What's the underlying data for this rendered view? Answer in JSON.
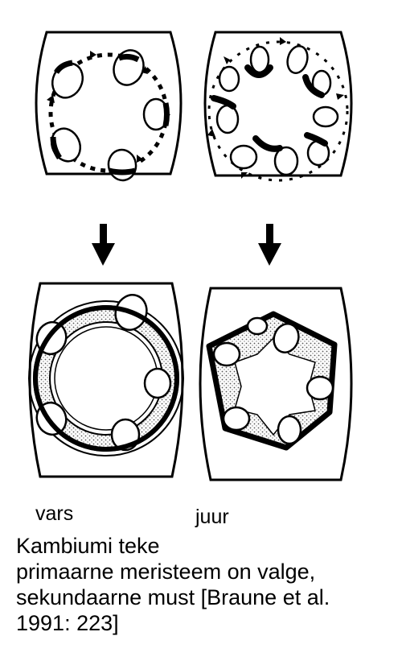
{
  "labels": {
    "left": "vars",
    "right": "juur"
  },
  "caption": {
    "line1": "Kambiumi teke",
    "line2": "primaarne meristeem on valge,",
    "line3": "sekundaarne must [Braune et al.",
    "line4": "1991: 223]"
  },
  "colors": {
    "ink": "#000000",
    "paper": "#ffffff",
    "stipple": "#b8b8b8"
  }
}
